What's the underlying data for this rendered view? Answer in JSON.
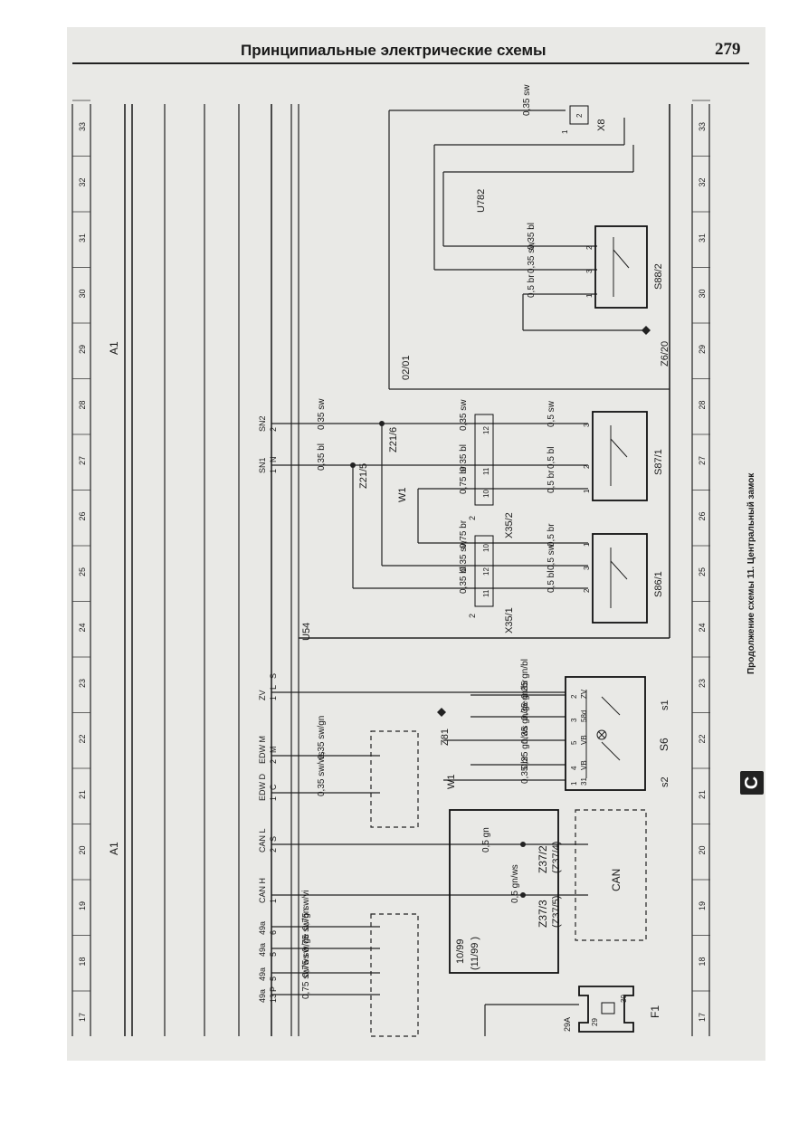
{
  "header": {
    "title": "Принципиальные электрические схемы",
    "page_number": "279"
  },
  "caption": "Продолжение схемы 11. Центральный замок",
  "section_badge": "С",
  "grid_columns": [
    "17",
    "18",
    "19",
    "20",
    "21",
    "22",
    "23",
    "24",
    "25",
    "26",
    "27",
    "28",
    "29",
    "30",
    "31",
    "32",
    "33"
  ],
  "module_labels": {
    "left": "A1",
    "right": "A1"
  },
  "connector_pins": [
    {
      "pin": "P",
      "num": "13",
      "term": "49a"
    },
    {
      "pin": "",
      "num": "5",
      "term": "49a"
    },
    {
      "pin": "",
      "num": "5",
      "term": "49a"
    },
    {
      "pin": "",
      "num": "6",
      "term": "49a"
    },
    {
      "pin": "",
      "num": "1",
      "term": "CAN H"
    },
    {
      "pin": "S",
      "num": "2",
      "term": "CAN L"
    },
    {
      "pin": "C",
      "num": "1",
      "term": "EDW D"
    },
    {
      "pin": "M",
      "num": "2",
      "term": "EDW M"
    },
    {
      "pin": "L",
      "num": "1",
      "term": "ZV",
      "suffix": "S"
    },
    {
      "pin": "N",
      "num": "1",
      "term": "SN1"
    },
    {
      "pin": "",
      "num": "2",
      "term": "SN2"
    }
  ],
  "wires_top": [
    {
      "label": "0,75 sw/ws"
    },
    {
      "label": "0,75 sw/ge"
    },
    {
      "label": "0,75 sw/gn"
    },
    {
      "label": "0,75 sw/vi"
    },
    {
      "label": "0,5 gn/ws"
    },
    {
      "label": "0,5 gn"
    },
    {
      "label": "0,35 sw/ws"
    },
    {
      "label": "0,35 sw/gn"
    },
    {
      "label": "0,35 bl"
    },
    {
      "label": "0,35 sw"
    }
  ],
  "wires_s6": [
    {
      "label": "0,35 br"
    },
    {
      "label": "0,35 gn/ws"
    },
    {
      "label": "0,35 gn/ge"
    },
    {
      "label": "0,35 gn/br"
    },
    {
      "label": "0,35 gn/bl"
    }
  ],
  "s6_pins": [
    {
      "num": "1",
      "term": "31"
    },
    {
      "num": "4",
      "term": "VB"
    },
    {
      "num": "5",
      "term": "VB"
    },
    {
      "num": "3",
      "term": "58d"
    },
    {
      "num": "2",
      "term": "ZV"
    }
  ],
  "x35_1": {
    "label": "X35/1",
    "side": "2",
    "pins": [
      "11",
      "12",
      "10"
    ],
    "wires": [
      "0,35 bl",
      "0,35 sw",
      "0,75 br"
    ]
  },
  "x35_2": {
    "label": "X35/2",
    "side": "2",
    "pins": [
      "10",
      "11",
      "12"
    ],
    "wires": [
      "0,75 br",
      "0,35 bl",
      "0,35 sw"
    ]
  },
  "s86_1": {
    "label": "S86/1",
    "pins": [
      "2",
      "3",
      "1"
    ],
    "wires": [
      "0,5 bl",
      "0,5 sw",
      "0,5 br"
    ]
  },
  "s87_1": {
    "label": "S87/1",
    "pins": [
      "1",
      "2",
      "3"
    ],
    "wires": [
      "0,5 br",
      "0,5 bl",
      "0,5 sw"
    ]
  },
  "s88_2": {
    "label": "S88/2",
    "pins": [
      "1",
      "3",
      "2"
    ],
    "wires": [
      "0,5 br",
      "0,35 sw",
      "0,35 bl"
    ]
  },
  "x8": {
    "label": "X8",
    "pins": [
      "1",
      "2"
    ],
    "wire": "0,35 sw"
  },
  "fuse": {
    "label": "F1",
    "pins": [
      "29A",
      "29",
      "30"
    ]
  },
  "splices": {
    "z21_5": "Z21/5",
    "z21_6": "Z21/6",
    "z81": "Z81",
    "z6_20": "Z6/20",
    "z37_3": "Z37/3",
    "z37_5": "(Z37/5)",
    "z37_2": "Z37/2",
    "z37_4": "(Z37/4)"
  },
  "refs": {
    "u54": "U54",
    "u782": "U782",
    "ref_0201": "02/01",
    "w1_top": "W1",
    "w1_s6": "W1",
    "date_1099": "10/99",
    "date_1199": "(11/99 )",
    "can": "CAN",
    "s1": "s1",
    "s2": "s2",
    "s6": "S6"
  }
}
